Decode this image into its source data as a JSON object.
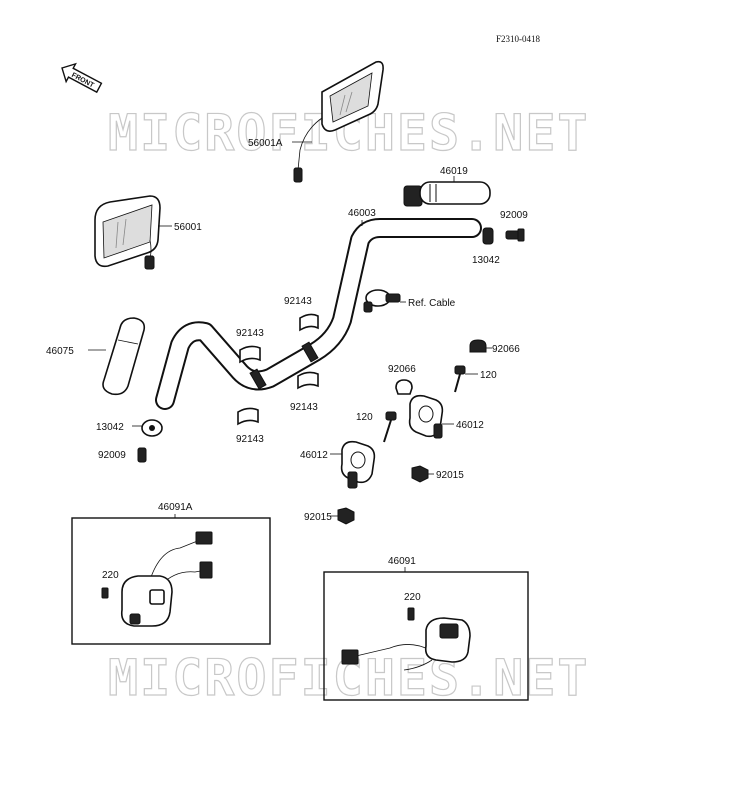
{
  "diagram_code": "F2310-0418",
  "front_label": "FRONT",
  "watermark": "MICROFICHES.NET",
  "box_labels": {
    "left_switch": "46091A",
    "right_switch": "46091"
  },
  "labels": {
    "mirror_right": "56001A",
    "mirror_left": "56001",
    "throttle_grip": "46019",
    "screw_end_right": "92009",
    "weight_right": "13042",
    "handlebar": "46003",
    "ref_cable": "Ref. Cable",
    "damper_upper": "92143",
    "damper_mid_left": "92143",
    "damper_mid_right": "92143",
    "damper_lower": "92143",
    "grip_left": "46075",
    "weight_left": "13042",
    "screw_end_left": "92009",
    "cap_right": "92066",
    "cap_left": "92066",
    "bolt_right": "120",
    "bolt_left": "120",
    "holder_right": "46012",
    "holder_left": "46012",
    "nut_right": "92015",
    "nut_left": "92015",
    "screw_left_switch": "220",
    "screw_right_switch": "220"
  }
}
